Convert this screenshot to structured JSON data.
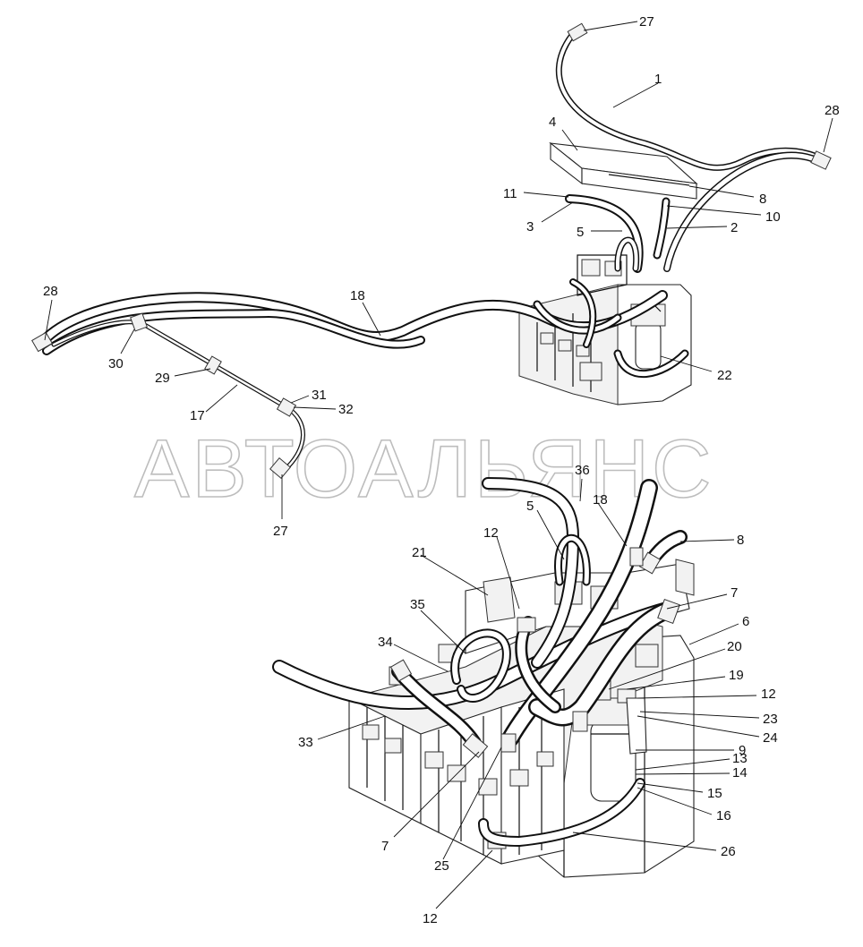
{
  "watermark": "АВТОАЛЬЯНС",
  "top_view": {
    "callouts": [
      "27",
      "1",
      "28",
      "4",
      "8",
      "11",
      "10",
      "3",
      "2",
      "5",
      "18",
      "22",
      "28",
      "30",
      "29",
      "17",
      "31",
      "32",
      "27"
    ]
  },
  "bottom_view": {
    "callouts": [
      "36",
      "18",
      "5",
      "8",
      "12",
      "21",
      "7",
      "35",
      "6",
      "34",
      "20",
      "19",
      "12",
      "23",
      "24",
      "33",
      "9",
      "13",
      "14",
      "15",
      "16",
      "26",
      "7",
      "25",
      "12"
    ]
  }
}
